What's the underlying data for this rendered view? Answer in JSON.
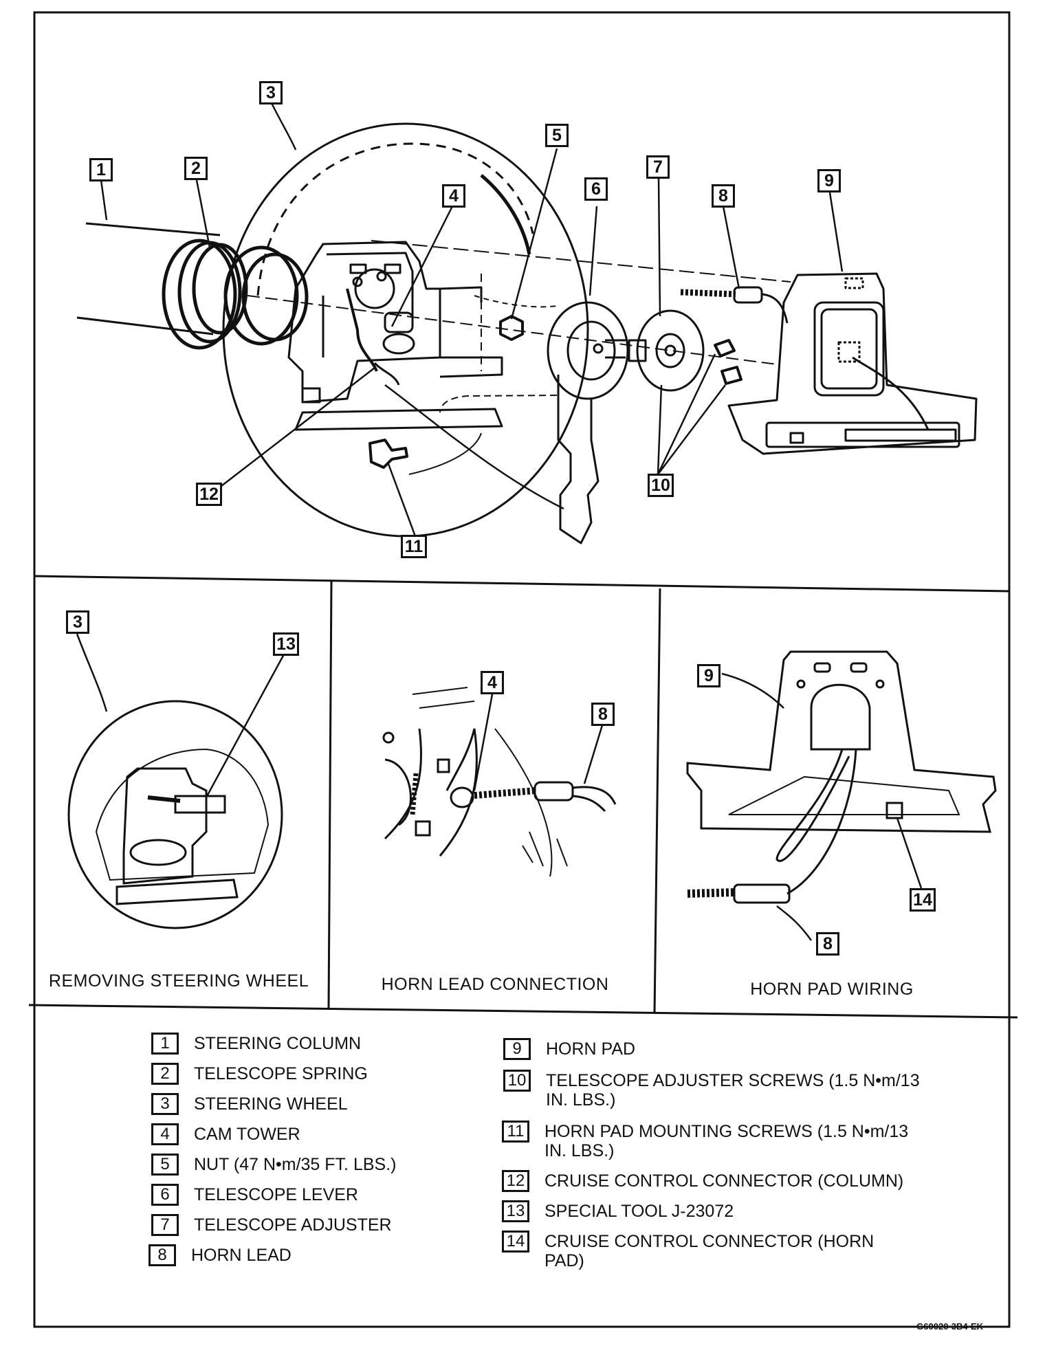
{
  "callouts": {
    "c1": "1",
    "c2": "2",
    "c3": "3",
    "c4": "4",
    "c5": "5",
    "c6": "6",
    "c7": "7",
    "c8": "8",
    "c9": "9",
    "c10": "10",
    "c11": "11",
    "c12": "12",
    "p1_3": "3",
    "p1_13": "13",
    "p2_4": "4",
    "p2_8": "8",
    "p3_9": "9",
    "p3_14": "14",
    "p3_8": "8"
  },
  "captions": {
    "removing": "REMOVING STEERING WHEEL",
    "horn_lead": "HORN LEAD CONNECTION",
    "horn_pad": "HORN PAD WIRING"
  },
  "legend": [
    {
      "num": "1",
      "text": "STEERING COLUMN"
    },
    {
      "num": "2",
      "text": "TELESCOPE SPRING"
    },
    {
      "num": "3",
      "text": "STEERING WHEEL"
    },
    {
      "num": "4",
      "text": "CAM TOWER"
    },
    {
      "num": "5",
      "text": "NUT (47 N•m/35 FT. LBS.)"
    },
    {
      "num": "6",
      "text": "TELESCOPE LEVER"
    },
    {
      "num": "7",
      "text": "TELESCOPE ADJUSTER"
    },
    {
      "num": "8",
      "text": "HORN LEAD"
    },
    {
      "num": "9",
      "text": "HORN PAD"
    },
    {
      "num": "10",
      "text": "TELESCOPE ADJUSTER SCREWS (1.5 N•m/13",
      "text2": "IN. LBS.)"
    },
    {
      "num": "11",
      "text": "HORN PAD MOUNTING SCREWS (1.5 N•m/13",
      "text2": "IN. LBS.)"
    },
    {
      "num": "12",
      "text": "CRUISE CONTROL CONNECTOR (COLUMN)"
    },
    {
      "num": "13",
      "text": "SPECIAL TOOL J-23072"
    },
    {
      "num": "14",
      "text": "CRUISE CONTROL CONNECTOR (HORN",
      "text2": "PAD)"
    }
  ],
  "figure_code": "G60020-3B4-EK"
}
